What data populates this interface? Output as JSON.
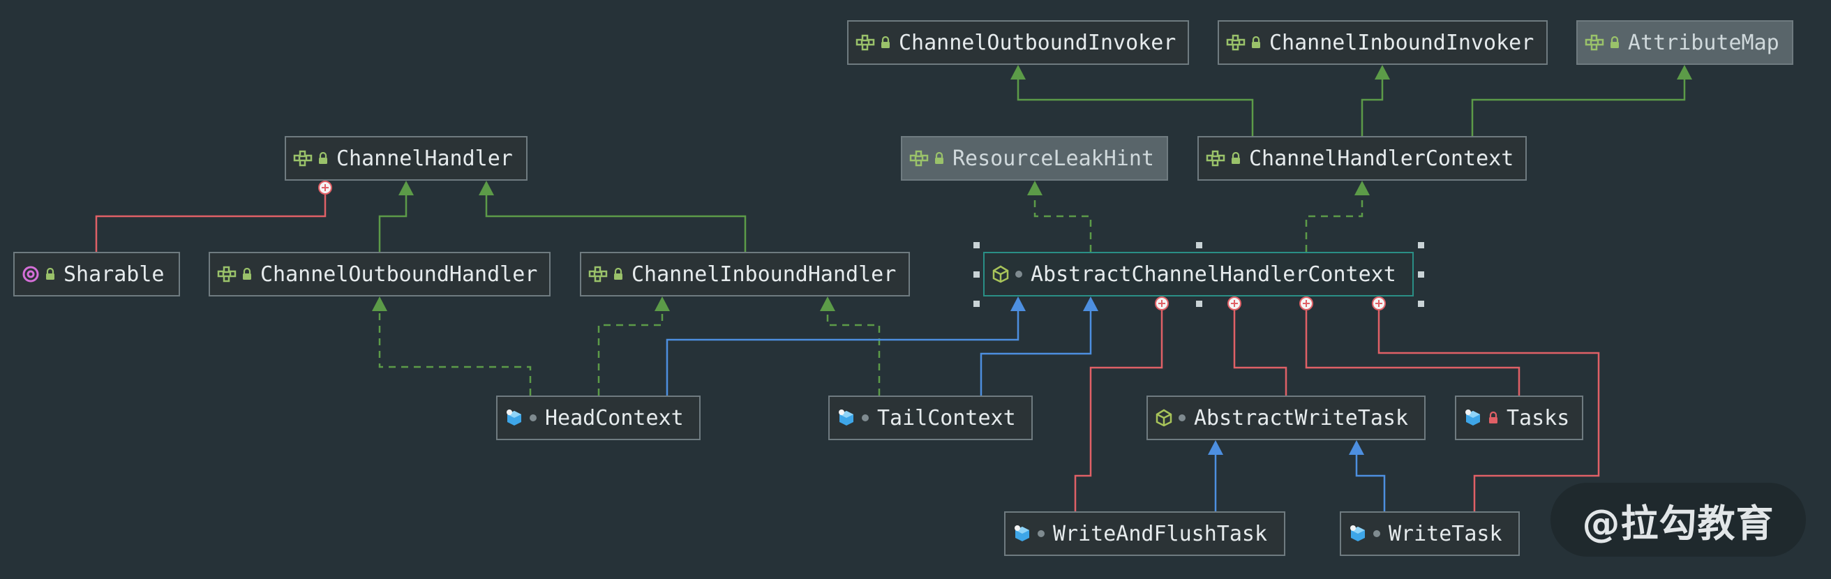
{
  "nodes": [
    {
      "id": "ChannelOutboundInvoker",
      "label": "ChannelOutboundInvoker",
      "kind": "interface",
      "modifier": "lock"
    },
    {
      "id": "ChannelInboundInvoker",
      "label": "ChannelInboundInvoker",
      "kind": "interface",
      "modifier": "lock"
    },
    {
      "id": "AttributeMap",
      "label": "AttributeMap",
      "kind": "interface",
      "modifier": "lock",
      "dimmed": true
    },
    {
      "id": "ChannelHandler",
      "label": "ChannelHandler",
      "kind": "interface",
      "modifier": "lock"
    },
    {
      "id": "ResourceLeakHint",
      "label": "ResourceLeakHint",
      "kind": "interface",
      "modifier": "lock",
      "dimmed": true
    },
    {
      "id": "ChannelHandlerContext",
      "label": "ChannelHandlerContext",
      "kind": "interface",
      "modifier": "lock"
    },
    {
      "id": "Sharable",
      "label": "Sharable",
      "kind": "annotation",
      "modifier": "lock"
    },
    {
      "id": "ChannelOutboundHandler",
      "label": "ChannelOutboundHandler",
      "kind": "interface",
      "modifier": "lock"
    },
    {
      "id": "ChannelInboundHandler",
      "label": "ChannelInboundHandler",
      "kind": "interface",
      "modifier": "lock"
    },
    {
      "id": "AbstractChannelHandlerContext",
      "label": "AbstractChannelHandlerContext",
      "kind": "abstract-class",
      "modifier": "dot",
      "selected": true
    },
    {
      "id": "HeadContext",
      "label": "HeadContext",
      "kind": "class",
      "modifier": "dot"
    },
    {
      "id": "TailContext",
      "label": "TailContext",
      "kind": "class",
      "modifier": "dot"
    },
    {
      "id": "AbstractWriteTask",
      "label": "AbstractWriteTask",
      "kind": "abstract-class",
      "modifier": "dot"
    },
    {
      "id": "Tasks",
      "label": "Tasks",
      "kind": "class",
      "modifier": "red-lock"
    },
    {
      "id": "WriteAndFlushTask",
      "label": "WriteAndFlushTask",
      "kind": "class",
      "modifier": "dot"
    },
    {
      "id": "WriteTask",
      "label": "WriteTask",
      "kind": "class",
      "modifier": "dot"
    }
  ],
  "edges": [
    {
      "from": "ChannelHandlerContext",
      "to": "ChannelOutboundInvoker",
      "type": "extends"
    },
    {
      "from": "ChannelHandlerContext",
      "to": "ChannelInboundInvoker",
      "type": "extends"
    },
    {
      "from": "ChannelHandlerContext",
      "to": "AttributeMap",
      "type": "extends"
    },
    {
      "from": "ChannelOutboundHandler",
      "to": "ChannelHandler",
      "type": "extends"
    },
    {
      "from": "ChannelInboundHandler",
      "to": "ChannelHandler",
      "type": "extends"
    },
    {
      "from": "Sharable",
      "to": "ChannelHandler",
      "type": "inner"
    },
    {
      "from": "AbstractChannelHandlerContext",
      "to": "ResourceLeakHint",
      "type": "implements"
    },
    {
      "from": "AbstractChannelHandlerContext",
      "to": "ChannelHandlerContext",
      "type": "implements"
    },
    {
      "from": "HeadContext",
      "to": "ChannelOutboundHandler",
      "type": "implements"
    },
    {
      "from": "HeadContext",
      "to": "ChannelInboundHandler",
      "type": "implements"
    },
    {
      "from": "TailContext",
      "to": "ChannelInboundHandler",
      "type": "implements"
    },
    {
      "from": "HeadContext",
      "to": "AbstractChannelHandlerContext",
      "type": "extends-class"
    },
    {
      "from": "TailContext",
      "to": "AbstractChannelHandlerContext",
      "type": "extends-class"
    },
    {
      "from": "WriteAndFlushTask",
      "to": "AbstractWriteTask",
      "type": "extends-class"
    },
    {
      "from": "WriteTask",
      "to": "AbstractWriteTask",
      "type": "extends-class"
    },
    {
      "from": "WriteAndFlushTask",
      "to": "AbstractChannelHandlerContext",
      "type": "inner"
    },
    {
      "from": "AbstractWriteTask",
      "to": "AbstractChannelHandlerContext",
      "type": "inner"
    },
    {
      "from": "Tasks",
      "to": "AbstractChannelHandlerContext",
      "type": "inner"
    },
    {
      "from": "WriteTask",
      "to": "AbstractChannelHandlerContext",
      "type": "inner"
    }
  ],
  "colors": {
    "background": "#263238",
    "extends": "#5c9b48",
    "implements": "#5c9b48",
    "extends_class": "#4d8fe0",
    "inner": "#e06066",
    "interface_icon": "#9ac26a",
    "class_icon": "#3ea6e8",
    "abstract_icon": "#a8c45a",
    "annotation_icon": "#d56fd8"
  },
  "watermark": "@拉勾教育"
}
